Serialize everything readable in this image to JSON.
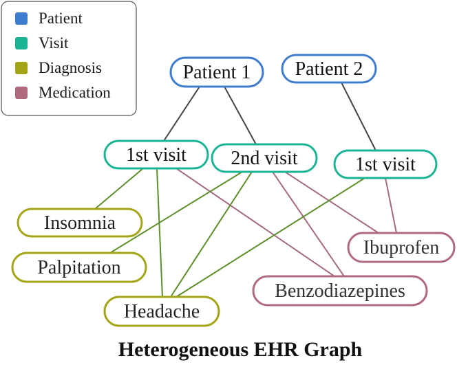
{
  "colors": {
    "patient": "#3f7ccf",
    "visit": "#1ab394",
    "diagnosis": "#a3a517",
    "medication": "#b06a7e",
    "patient_edge": "#444444",
    "diagnosis_edge": "#5c8f2a",
    "medication_edge": "#a56a80"
  },
  "legend": {
    "items": [
      {
        "label": "Patient",
        "type": "patient"
      },
      {
        "label": "Visit",
        "type": "visit"
      },
      {
        "label": "Diagnosis",
        "type": "diagnosis"
      },
      {
        "label": "Medication",
        "type": "medication"
      }
    ]
  },
  "nodes": [
    {
      "id": "p1",
      "label": "Patient 1",
      "type": "patient"
    },
    {
      "id": "p2",
      "label": "Patient 2",
      "type": "patient"
    },
    {
      "id": "v1",
      "label": "1st visit",
      "type": "visit"
    },
    {
      "id": "v2",
      "label": "2nd visit",
      "type": "visit"
    },
    {
      "id": "v3",
      "label": "1st visit",
      "type": "visit"
    },
    {
      "id": "d1",
      "label": "Insomnia",
      "type": "diagnosis"
    },
    {
      "id": "d2",
      "label": "Palpitation",
      "type": "diagnosis"
    },
    {
      "id": "d3",
      "label": "Headache",
      "type": "diagnosis"
    },
    {
      "id": "m1",
      "label": "Ibuprofen",
      "type": "medication"
    },
    {
      "id": "m2",
      "label": "Benzodiazepines",
      "type": "medication"
    }
  ],
  "edges": [
    {
      "from": "p1",
      "to": "v1"
    },
    {
      "from": "p1",
      "to": "v2"
    },
    {
      "from": "p2",
      "to": "v3"
    },
    {
      "from": "v1",
      "to": "d1"
    },
    {
      "from": "v1",
      "to": "d3"
    },
    {
      "from": "v1",
      "to": "m2"
    },
    {
      "from": "v2",
      "to": "d2"
    },
    {
      "from": "v2",
      "to": "d3"
    },
    {
      "from": "v2",
      "to": "m2"
    },
    {
      "from": "v2",
      "to": "m1"
    },
    {
      "from": "v3",
      "to": "d3"
    },
    {
      "from": "v3",
      "to": "m1"
    }
  ],
  "caption": "Heterogeneous EHR Graph"
}
